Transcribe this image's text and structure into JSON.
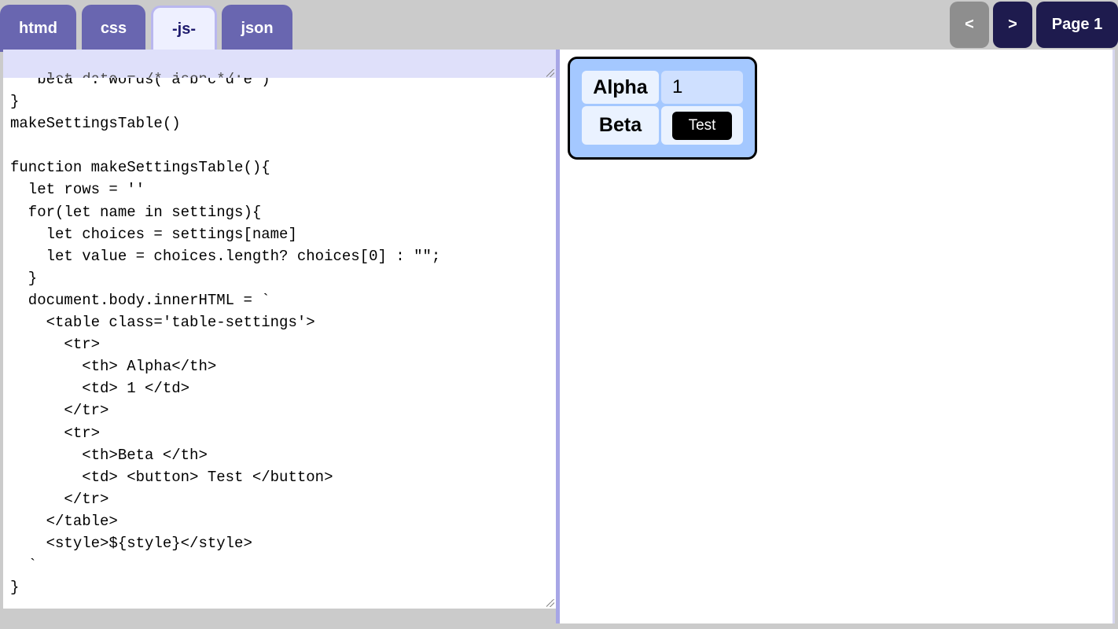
{
  "tabs": [
    {
      "label": "htmd"
    },
    {
      "label": "css"
    },
    {
      "label": "-js-"
    },
    {
      "label": "json"
    }
  ],
  "nav": {
    "prev_label": "<",
    "next_label": ">",
    "page_label": "Page 1"
  },
  "editor": {
    "top_line": "let data = /* json */;",
    "code": "  'beta' : words('a b c d e')\n}\nmakeSettingsTable()\n\nfunction makeSettingsTable(){\n  let rows = ''\n  for(let name in settings){\n    let choices = settings[name]\n    let value = choices.length? choices[0] : \"\";\n  }\n  document.body.innerHTML = `\n    <table class='table-settings'>\n      <tr>\n        <th> Alpha</th>\n        <td> 1 </td>\n      </tr>\n      <tr>\n        <th>Beta </th>\n        <td> <button> Test </button>\n      </tr>\n    </table>\n    <style>${style}</style>\n  `\n}"
  },
  "preview": {
    "rows": [
      {
        "header": "Alpha",
        "value": "1"
      },
      {
        "header": "Beta",
        "button_label": "Test"
      }
    ]
  },
  "colors": {
    "tab_inactive": "#6966b0",
    "tab_active_bg": "#eef0ff",
    "nav_dark": "#1e1b4e",
    "nav_disabled": "#8e8e8e",
    "card_bg": "#a4c8ff"
  }
}
